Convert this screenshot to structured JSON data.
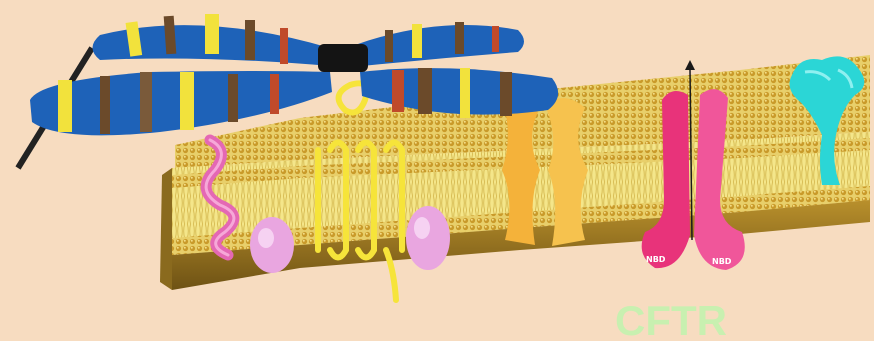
{
  "labels": {
    "nbd_left": "NBD",
    "nbd_right": "NBD",
    "protein": "CFTR"
  },
  "colors": {
    "background": "#f7dcc0",
    "membrane_head": "#d8b63a",
    "membrane_core": "#f4e68a",
    "chromosome_blue": "#1e62b8",
    "chromosome_yellow": "#f2e23c",
    "chromosome_brown": "#6b4a2a",
    "cftr_pink": "#e8337a",
    "cftr_label": "#c8f0b0",
    "receptor_yellow": "#f6e43a",
    "channel_orange": "#f4b23a",
    "pink_protein": "#e07ac8",
    "cyan_sugar": "#2bd6d6"
  }
}
